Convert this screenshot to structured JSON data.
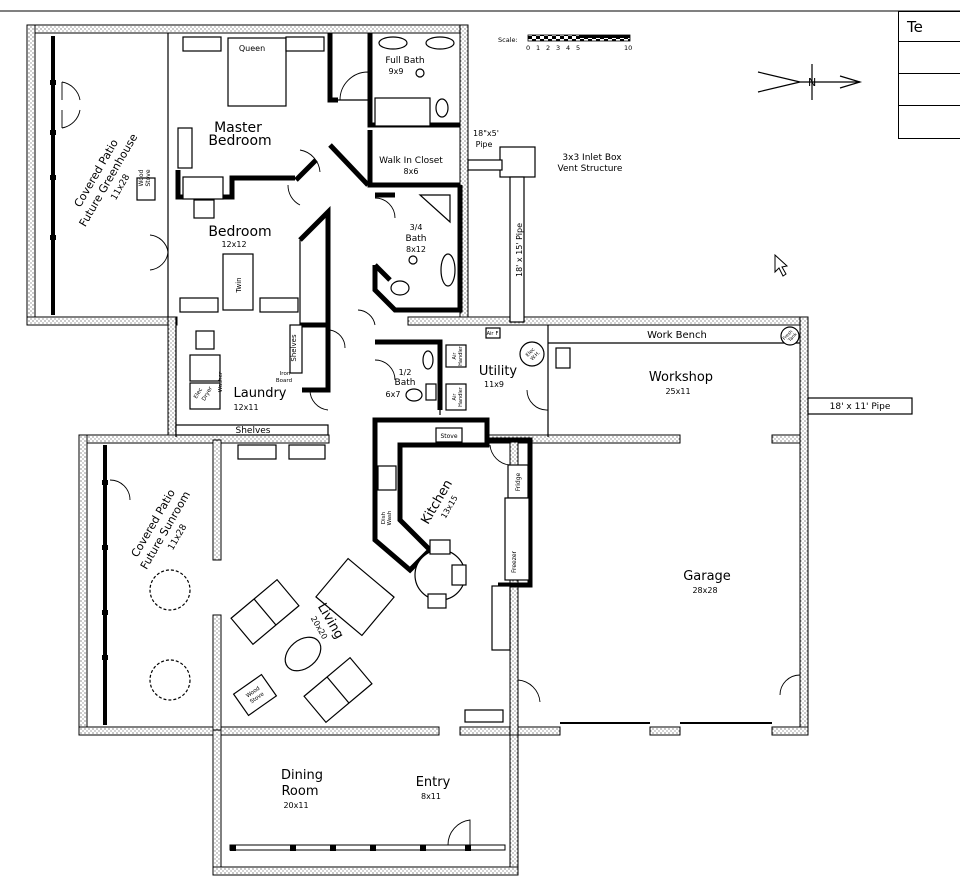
{
  "title_block": {
    "header_fragment": "Te"
  },
  "scale": {
    "label": "Scale:",
    "ticks": [
      "0",
      "1",
      "2",
      "3",
      "4",
      "5",
      "10"
    ]
  },
  "north_arrow": {
    "letter": "N",
    "icon": "north-arrow-icon"
  },
  "rooms": {
    "covered_patio_greenhouse": [
      "Covered Patio",
      "Future Greenhouse",
      "11x28"
    ],
    "wood_stove_1": [
      "Wood",
      "Stove"
    ],
    "master_bedroom": {
      "name": [
        "Master",
        "Bedroom"
      ],
      "bed": "Queen"
    },
    "full_bath": [
      "Full Bath",
      "9x9"
    ],
    "walk_in_closet": [
      "Walk In Closet",
      "8x6"
    ],
    "bedroom": {
      "name": "Bedroom",
      "size": "12x12",
      "bed": "Twin"
    },
    "three_quarter_bath": [
      "3/4",
      "Bath",
      "8x12"
    ],
    "pipe_18x5": [
      "18\"x5'",
      "Pipe"
    ],
    "inlet_box": [
      "3x3 Inlet Box",
      "Vent Structure"
    ],
    "pipe_18x15": "18' x 15' Pipe",
    "laundry": {
      "name": "Laundry",
      "size": "12x11",
      "washer": "Washer",
      "dryer": [
        "Elec",
        "Dryer"
      ],
      "ironing": [
        "Iron",
        "Board"
      ],
      "shelves_vertical": "Shelves",
      "shelves_bottom": "Shelves"
    },
    "half_bath": [
      "1/2",
      "Bath",
      "6x7"
    ],
    "utility": {
      "name": "Utility",
      "size": "11x9",
      "air_handler_1": [
        "Air",
        "Handler"
      ],
      "air_handler_2": [
        "Air",
        "Handler"
      ],
      "air_filter": [
        "Air",
        "F"
      ],
      "water_heater": [
        "Elec",
        "W.H."
      ]
    },
    "work_bench": "Work Bench",
    "freezer_tank": [
      "Fresh",
      "Tank"
    ],
    "workshop": [
      "Workshop",
      "25x11"
    ],
    "pipe_18x11": "18' x 11' Pipe",
    "covered_patio_sunroom": [
      "Covered Patio",
      "Future Sunroom",
      "11x28"
    ],
    "kitchen": {
      "name": "Kitchen",
      "size": "13x15",
      "stove": "Stove",
      "dishwasher": [
        "Dish",
        "Wash"
      ],
      "fridge": "Fridge",
      "freezer": "Freezer"
    },
    "garage": [
      "Garage",
      "28x28"
    ],
    "living": [
      "Living",
      "20x20"
    ],
    "wood_stove_2": [
      "Wood",
      "Stove"
    ],
    "dining_room": [
      "Dining",
      "Room",
      "20x11"
    ],
    "entry": [
      "Entry",
      "8x11"
    ]
  },
  "colors": {
    "line": "#000000",
    "paper": "#ffffff"
  }
}
